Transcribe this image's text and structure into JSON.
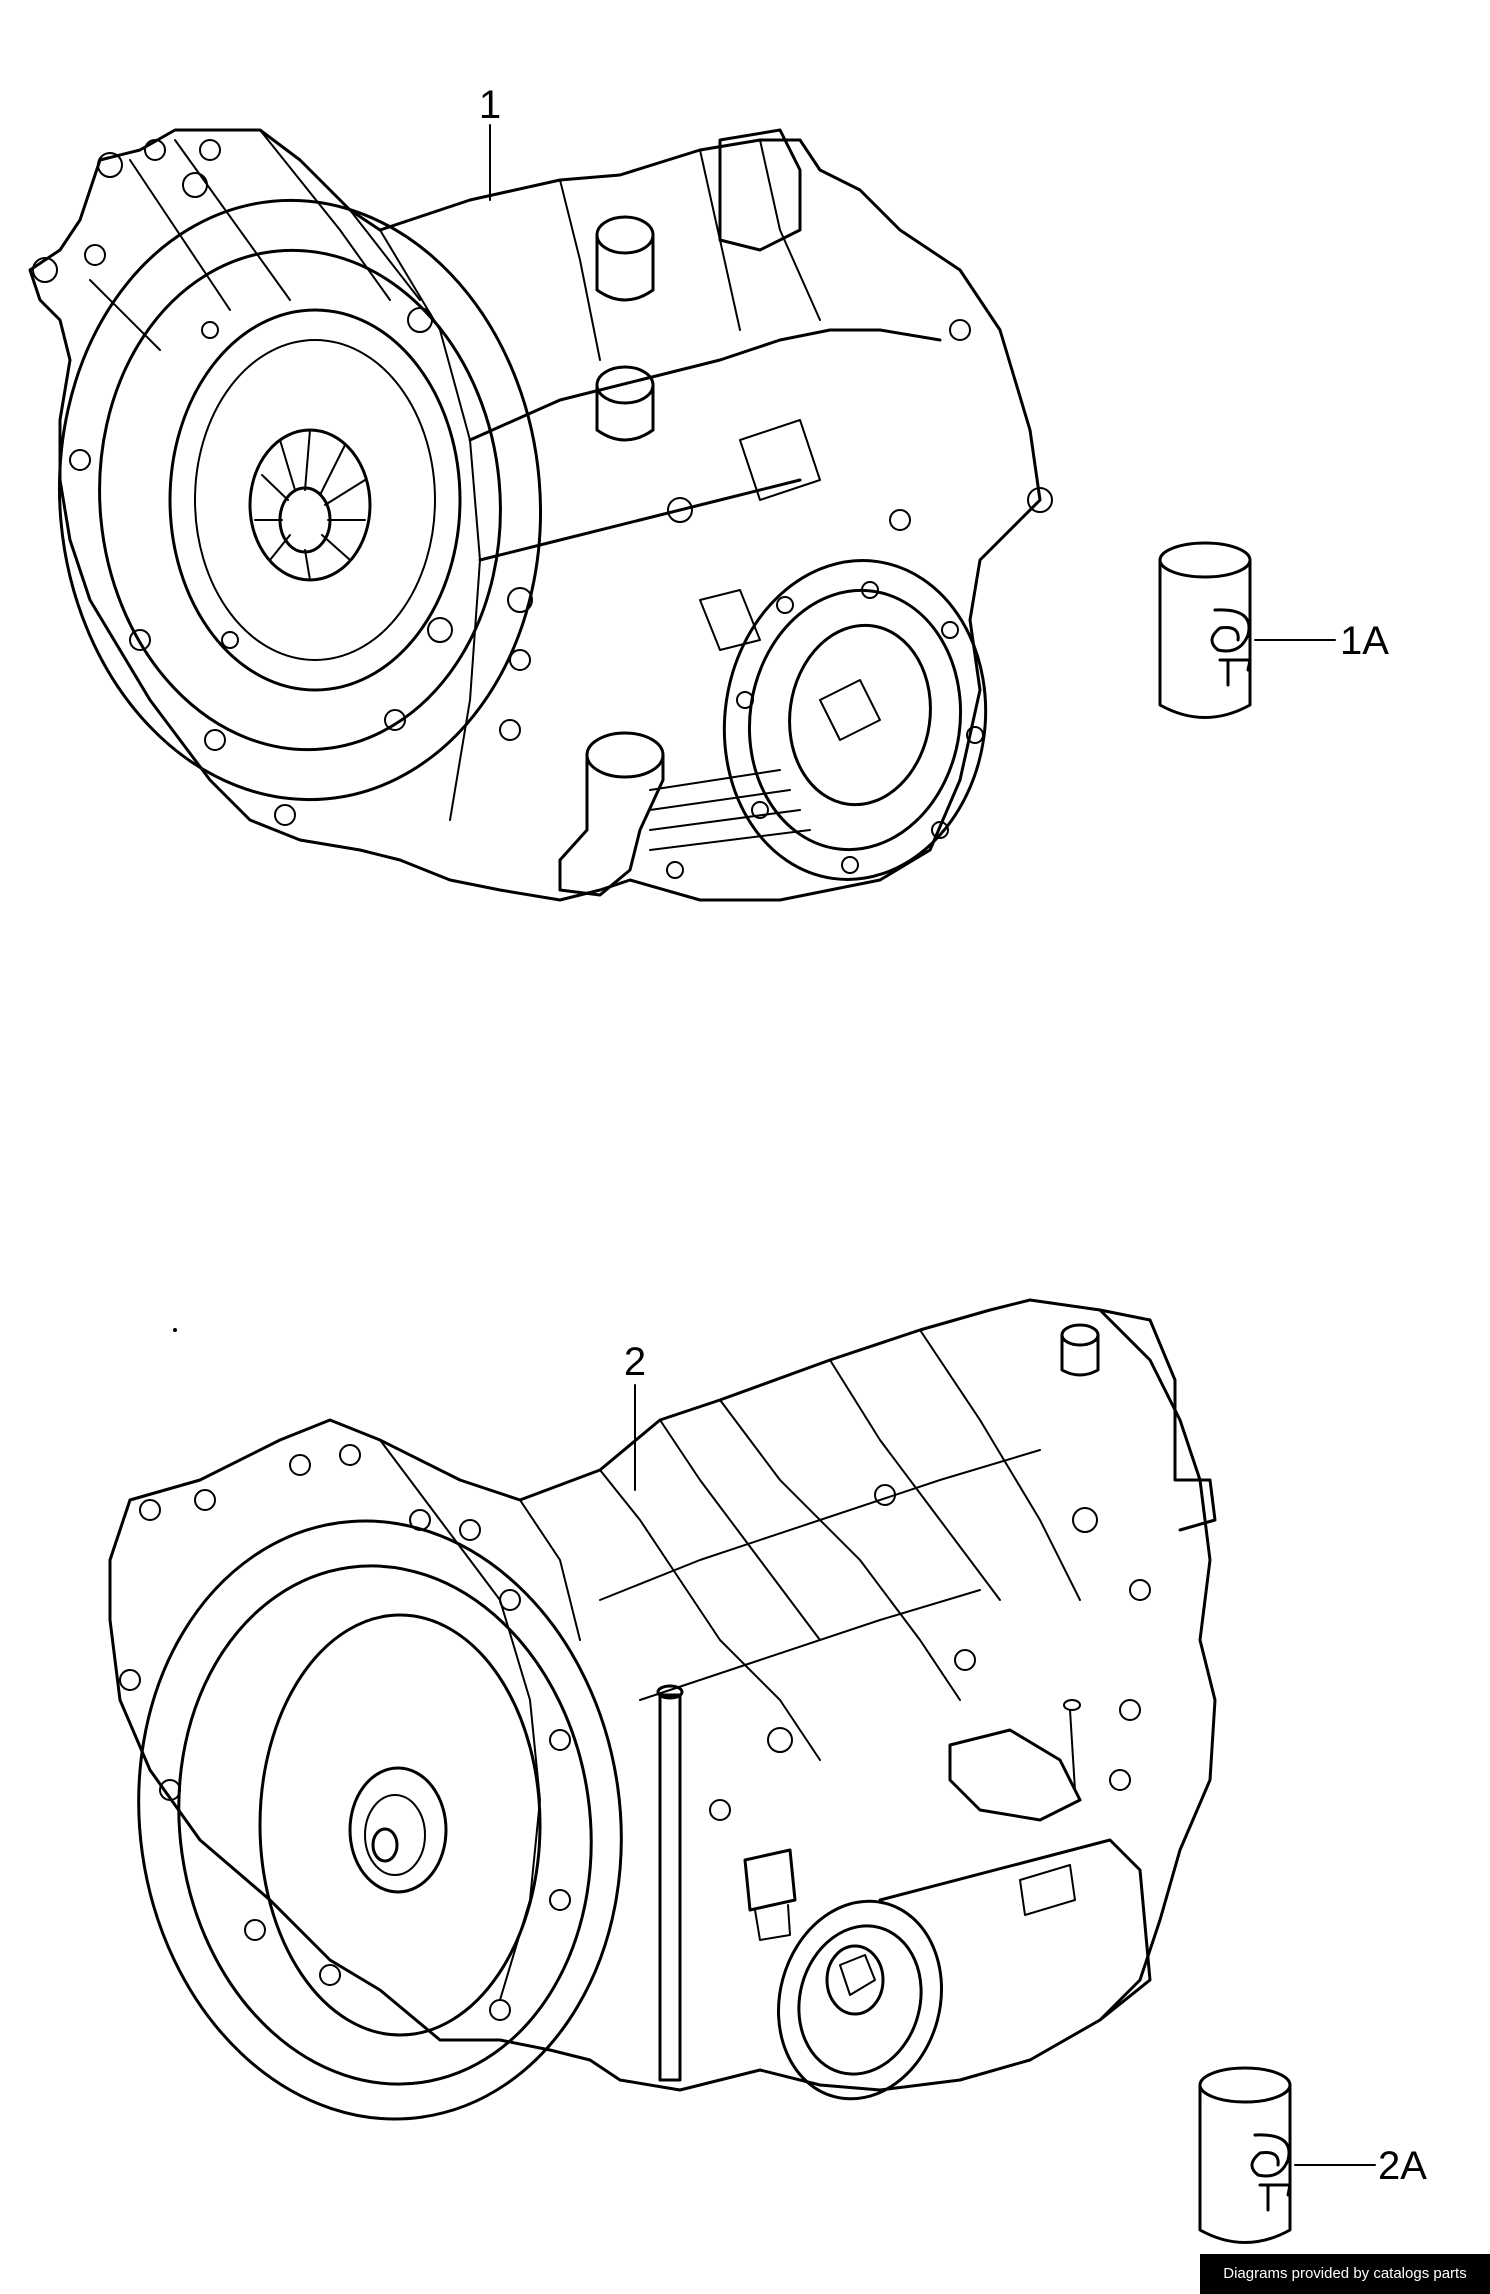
{
  "callouts": {
    "part1": "1",
    "part1a": "1A",
    "part2": "2",
    "part2a": "2A"
  },
  "footer": {
    "credit": "Diagrams provided by catalogs parts"
  },
  "colors": {
    "line": "#000000",
    "background": "#ffffff",
    "footer_bg": "#000000",
    "footer_text": "#ffffff"
  }
}
